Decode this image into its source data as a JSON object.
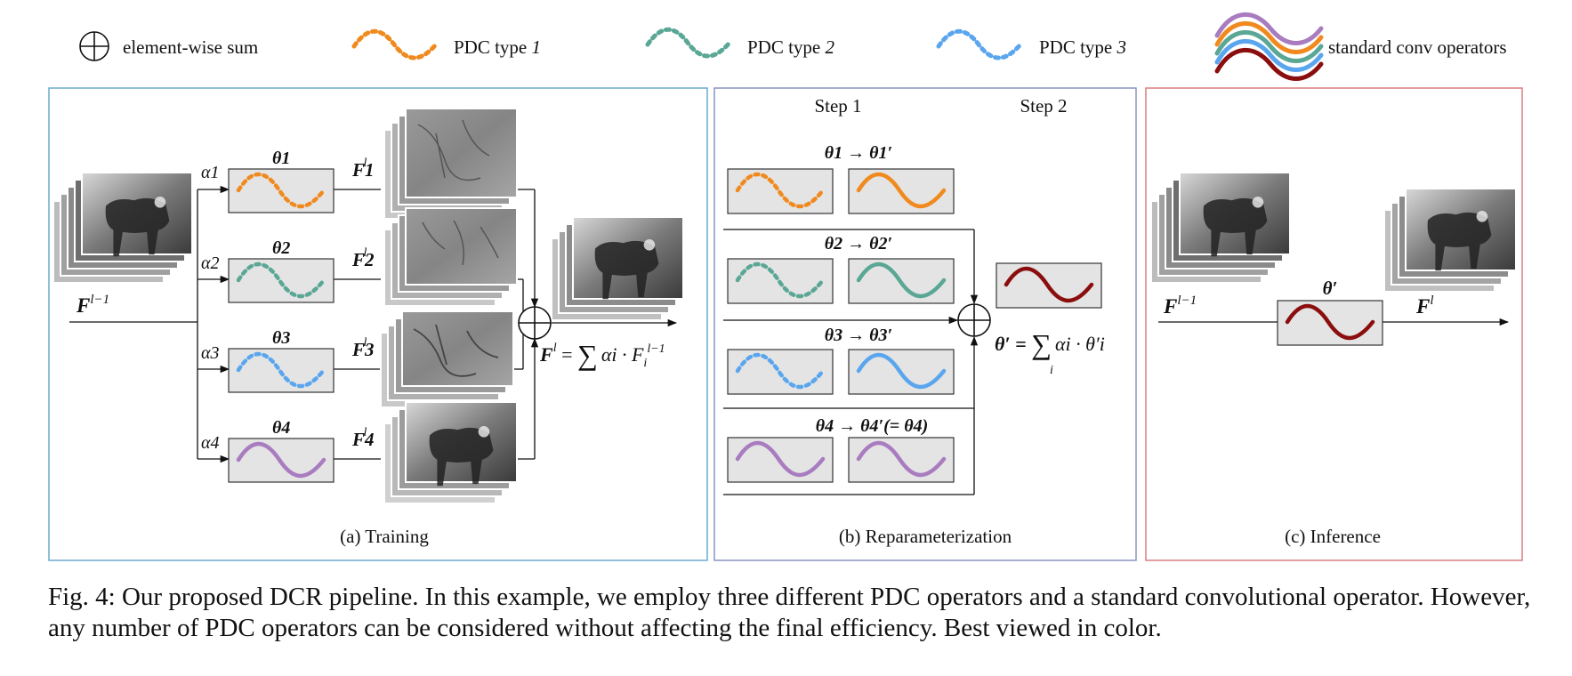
{
  "legend": {
    "sum_label": "element-wise sum",
    "pdc1_label": "PDC type ",
    "pdc1_num": "1",
    "pdc2_label": "PDC type ",
    "pdc2_num": "2",
    "pdc3_label": "PDC type ",
    "pdc3_num": "3",
    "std_label": "standard conv operators"
  },
  "colors": {
    "pdc1": "#f08a1e",
    "pdc2": "#5aa795",
    "pdc3": "#5aa6ee",
    "pdc4": "#a97cc0",
    "std": "#8b0e0e",
    "panel_a": "#6aaccb",
    "panel_b": "#8b93c4",
    "panel_c": "#d97f80"
  },
  "panel_a": {
    "caption": "(a) Training",
    "input_label": "F",
    "input_sup": "l−1",
    "alphas": [
      "α1",
      "α2",
      "α3",
      "α4"
    ],
    "thetas": [
      "θ1",
      "θ2",
      "θ3",
      "θ4"
    ],
    "features": [
      "F1",
      "F2",
      "F3",
      "F4"
    ],
    "feature_sup": "l",
    "formula": "F^l = Σ αi · Fi^(l−1)",
    "formula_lhs": "F",
    "formula_lhs_sup": "l",
    "formula_eq": " = ",
    "formula_sum": "∑",
    "formula_term": "αi · F",
    "formula_term_sub": "i",
    "formula_term_sup": "l−1"
  },
  "panel_b": {
    "caption": "(b) Reparameterization",
    "step1": "Step 1",
    "step2": "Step 2",
    "rows": [
      "θ1 → θ1′",
      "θ2 → θ2′",
      "θ3 → θ3′",
      "θ4 → θ4′(= θ4)"
    ],
    "formula_lhs": "θ′ = ",
    "formula_sum": "∑",
    "formula_sub": "i",
    "formula_term": "αi · θ′i"
  },
  "panel_c": {
    "caption": "(c) Inference",
    "theta_label": "θ′",
    "input_label": "F",
    "input_sup": "l−1",
    "output_label": "F",
    "output_sup": "l"
  },
  "caption_text": "Fig. 4: Our proposed DCR pipeline. In this example, we employ three different PDC operators and a standard convolutional operator. However, any number of PDC operators can be considered without affecting the final efficiency. Best viewed in color."
}
